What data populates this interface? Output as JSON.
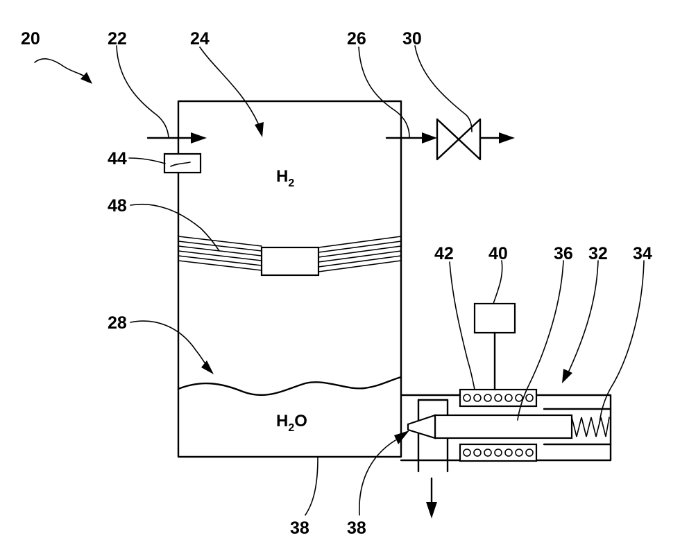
{
  "reference_labels": {
    "system": "20",
    "inlet": "22",
    "headspace": "24",
    "outlet": "26",
    "liquid": "28",
    "valve": "30",
    "actuator": "32",
    "spring": "34",
    "plunger": "36",
    "bottom_wall": "38",
    "nozzle": "38",
    "controller": "40",
    "coil": "42",
    "sensor": "44",
    "separator": "48"
  },
  "chemistry": {
    "gas_symbol": "H",
    "gas_subscript": "2",
    "liquid_symbol_prefix": "H",
    "liquid_subscript": "2",
    "liquid_symbol_suffix": "O"
  }
}
